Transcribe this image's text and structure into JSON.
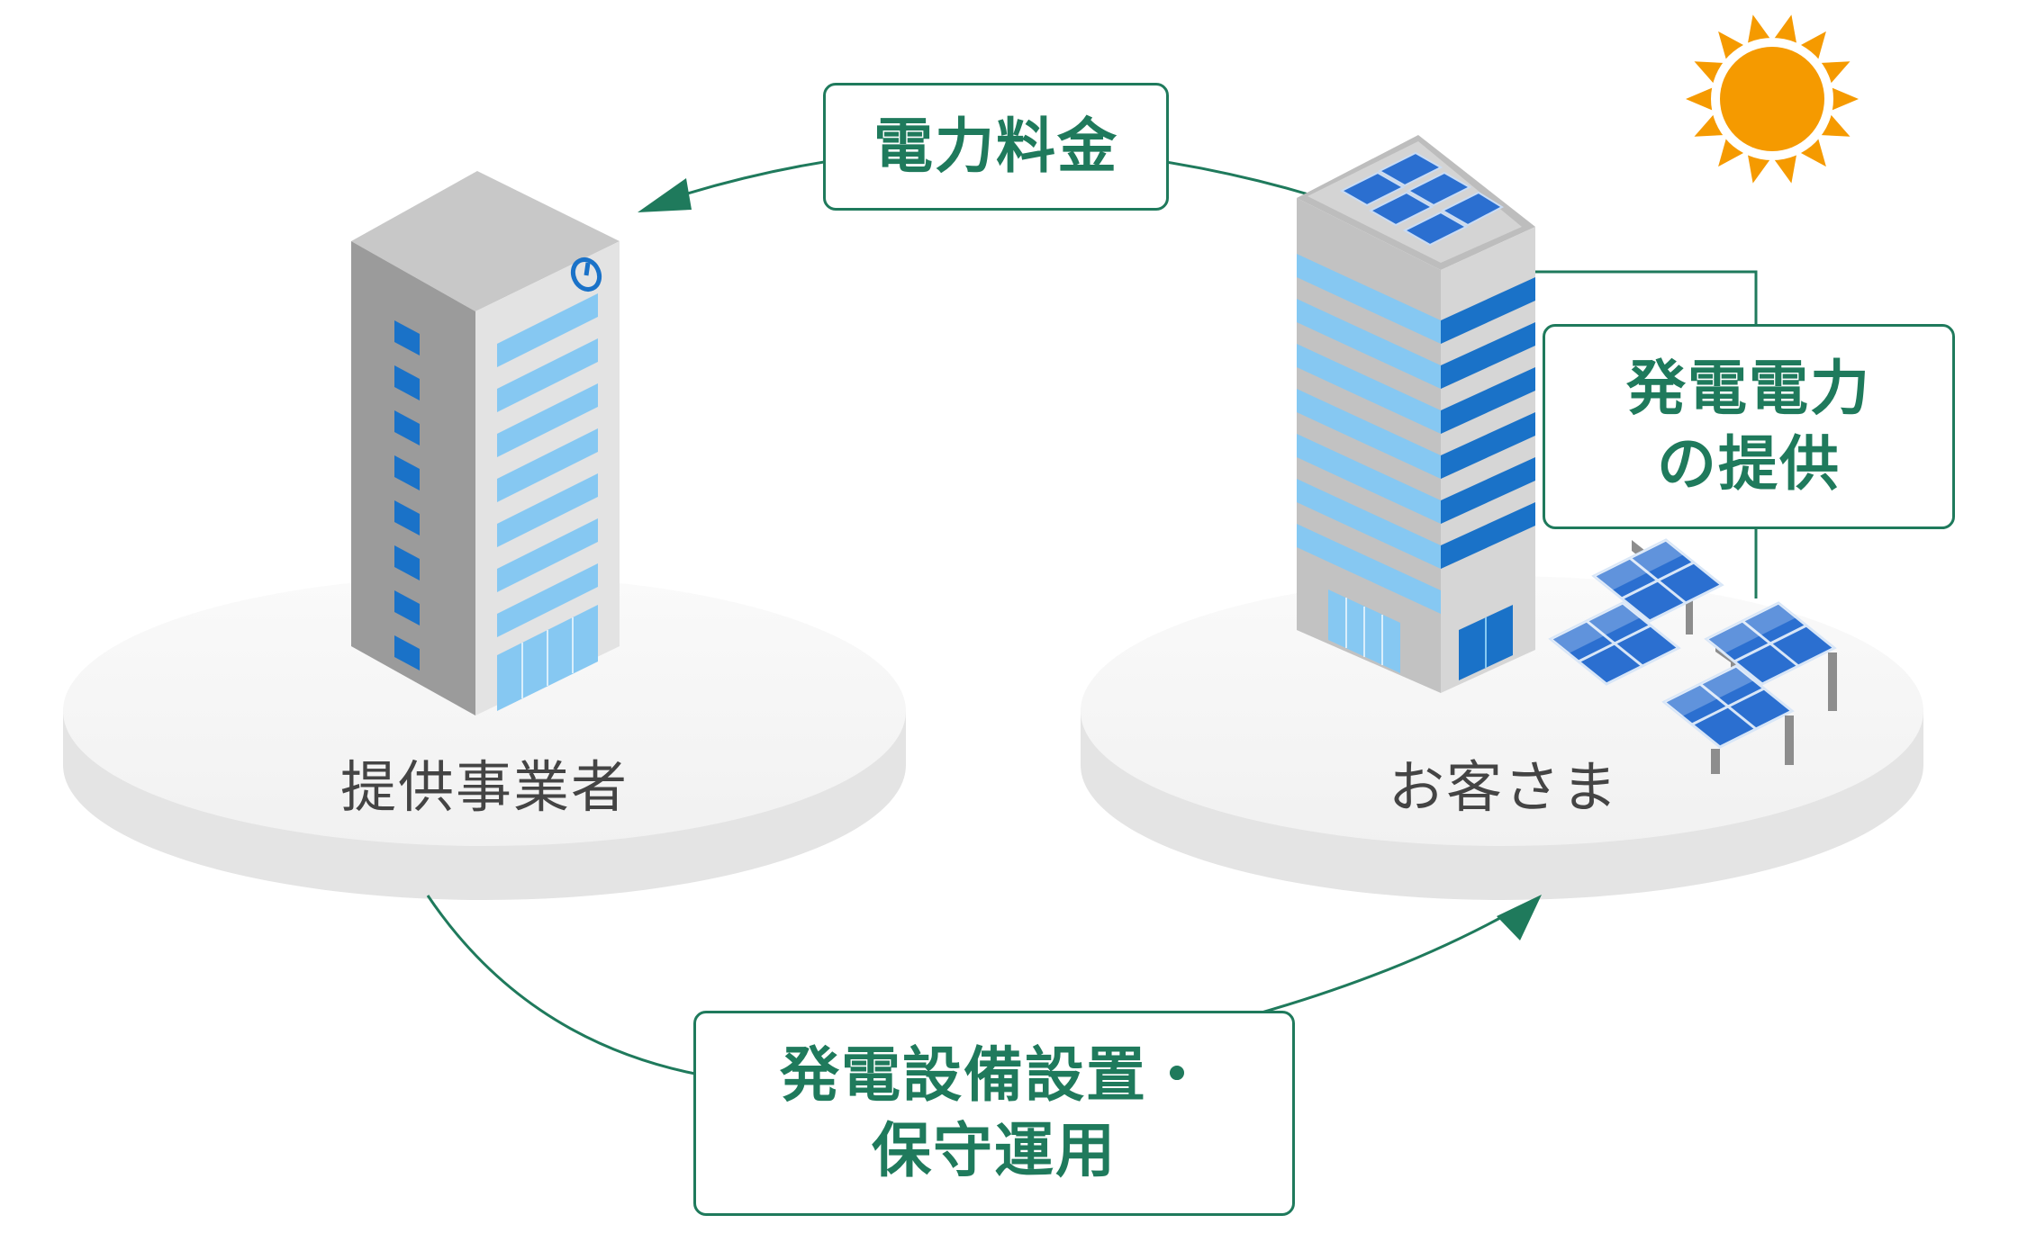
{
  "nodes": {
    "provider": {
      "label": "提供事業者"
    },
    "customer": {
      "label": "お客さま"
    }
  },
  "flows": {
    "fee": {
      "label": "電力料金"
    },
    "supply": {
      "line1": "発電電力",
      "line2": "の提供"
    },
    "install": {
      "line1": "発電設備設置・",
      "line2": "保守運用"
    }
  },
  "colors": {
    "accent": "#1f7a5c",
    "platform": "#f0f0f0",
    "window_light": "#86c8f2",
    "window_dark": "#1a72c8",
    "sun": "#f59a00"
  },
  "icons": [
    "sun-icon",
    "office-building-icon",
    "solar-building-icon",
    "solar-panel-icon",
    "logo-icon"
  ]
}
